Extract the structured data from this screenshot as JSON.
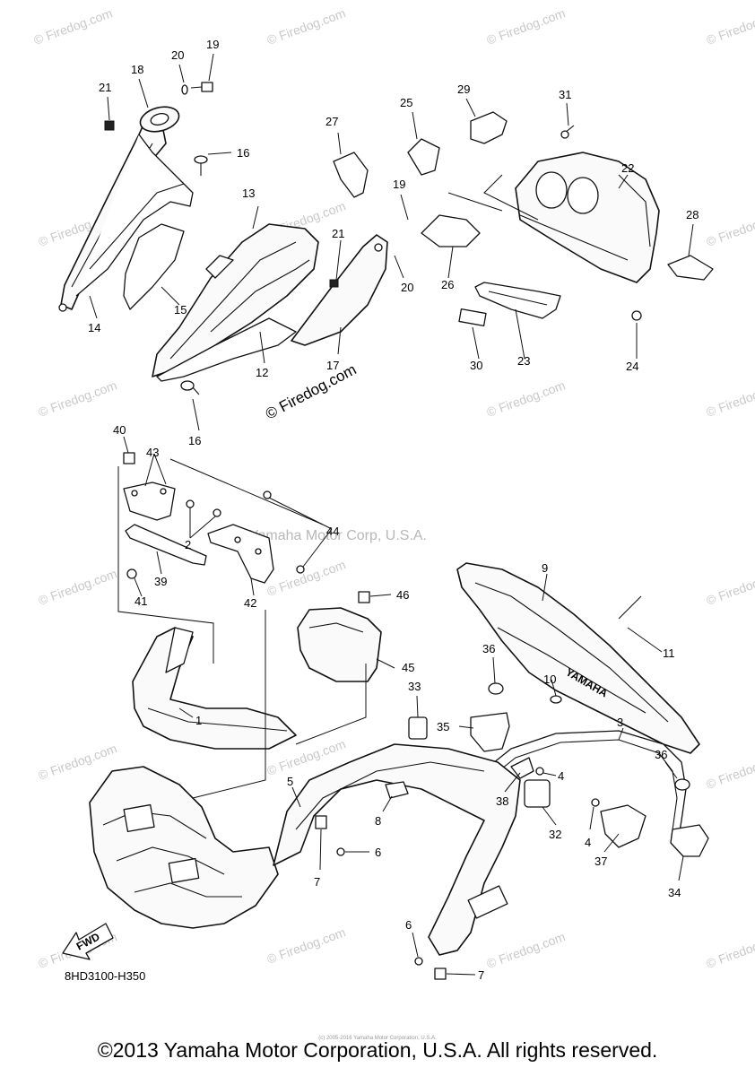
{
  "diagram": {
    "code": "8HD3100-H350",
    "fwd_label": "FWD",
    "brand_watermark": "Yamaha Motor Corp, U.S.A.",
    "site_watermark": "© Firedog.com",
    "main_watermark": "© Firedog.com"
  },
  "callouts": {
    "c1": "1",
    "c2": "2",
    "c3": "3",
    "c4": "4",
    "c4b": "4",
    "c5": "5",
    "c6": "6",
    "c6b": "6",
    "c7": "7",
    "c7b": "7",
    "c8": "8",
    "c9": "9",
    "c10": "10",
    "c11": "11",
    "c12": "12",
    "c13": "13",
    "c14": "14",
    "c15": "15",
    "c16": "16",
    "c16b": "16",
    "c17": "17",
    "c18": "18",
    "c19": "19",
    "c19b": "19",
    "c20": "20",
    "c20b": "20",
    "c21": "21",
    "c21b": "21",
    "c22": "22",
    "c23": "23",
    "c24": "24",
    "c25": "25",
    "c26": "26",
    "c27": "27",
    "c28": "28",
    "c29": "29",
    "c30": "30",
    "c31": "31",
    "c32": "32",
    "c33": "33",
    "c34": "34",
    "c35": "35",
    "c36": "36",
    "c36b": "36",
    "c37": "37",
    "c38": "38",
    "c39": "39",
    "c40": "40",
    "c41": "41",
    "c42": "42",
    "c43": "43",
    "c44": "44",
    "c45": "45",
    "c46": "46"
  },
  "footer": {
    "copyright": "©2013 Yamaha Motor Corporation, U.S.A. All rights reserved.",
    "tiny_note": "(c) 2005-2016 Yamaha Motor Corporation, U.S.A."
  }
}
